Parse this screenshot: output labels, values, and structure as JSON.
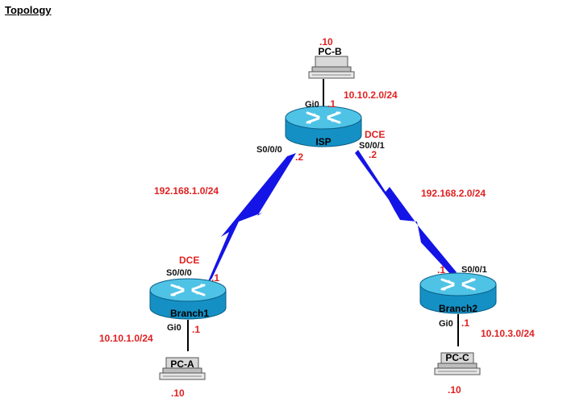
{
  "heading": "Topology",
  "colors": {
    "serial_link": "#1414e6",
    "router_top": "#4fc3e6",
    "router_body": "#1590c4",
    "label_red": "#e02020"
  },
  "devices": {
    "isp": {
      "name": "ISP"
    },
    "branch1": {
      "name": "Branch1"
    },
    "branch2": {
      "name": "Branch2"
    },
    "pcb": {
      "name": "PC-B",
      "ip_host": ".10"
    },
    "pca": {
      "name": "PC-A",
      "ip_host": ".10"
    },
    "pcc": {
      "name": "PC-C",
      "ip_host": ".10"
    }
  },
  "labels": {
    "isp_gi0": "Gi0",
    "isp_gi0_ip": ".1",
    "net_isp_lan": "10.10.2.0/24",
    "isp_dce": "DCE",
    "isp_s001": "S0/0/1",
    "isp_s001_ip": ".2",
    "isp_s000": "S0/0/0",
    "isp_s000_ip": ".2",
    "net_link1": "192.168.1.0/24",
    "net_link2": "192.168.2.0/24",
    "b1_dce": "DCE",
    "b1_s000": "S0/0/0",
    "b1_s000_ip": ".1",
    "b1_gi0": "Gi0",
    "b1_gi0_ip": ".1",
    "net_b1_lan": "10.10.1.0/24",
    "b2_s001_ip": ".1",
    "b2_s001": "S0/0/1",
    "b2_gi0": "Gi0",
    "b2_gi0_ip": ".1",
    "net_b2_lan": "10.10.3.0/24"
  }
}
